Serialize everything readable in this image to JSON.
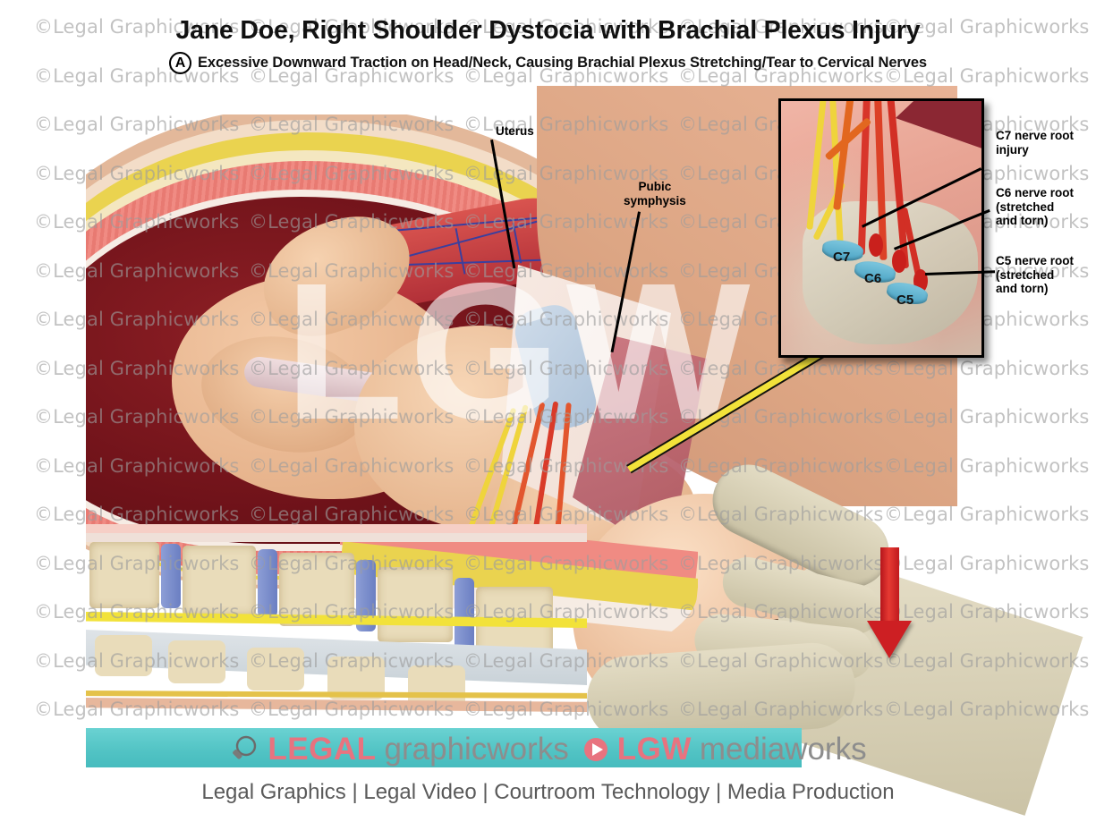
{
  "header": {
    "title": "Jane Doe, Right Shoulder Dystocia with Brachial Plexus Injury",
    "badge": "A",
    "subtitle": "Excessive Downward Traction on Head/Neck, Causing Brachial Plexus Stretching/Tear to Cervical Nerves"
  },
  "callouts": [
    {
      "id": "uterus",
      "text": "Uterus"
    },
    {
      "id": "pubic-symphysis",
      "line1": "Pubic",
      "line2": "symphysis"
    }
  ],
  "inset": {
    "labels": [
      {
        "id": "c7",
        "line1": "C7 nerve root",
        "line2": "injury",
        "line3": ""
      },
      {
        "id": "c6",
        "line1": "C6 nerve root",
        "line2": "(stretched",
        "line3": "and torn)"
      },
      {
        "id": "c5",
        "line1": "C5 nerve root",
        "line2": "(stretched",
        "line3": "and torn)"
      }
    ],
    "vertebrae": [
      "C7",
      "C6",
      "C5"
    ]
  },
  "watermark": {
    "tile_text": "©Legal Graphicworks",
    "center_text": "LGW",
    "color": "#9d9d9d"
  },
  "footer": {
    "brand_primary": "LEGAL",
    "brand_primary_suffix": "graphicworks",
    "brand_secondary": "LGW",
    "brand_secondary_suffix": "mediaworks",
    "tagline": "Legal Graphics | Legal Video | Courtroom Technology | Media Production",
    "accent_color": "#e8737f",
    "band_color": "#51c3c4",
    "magnifier_icon": "magnifier-icon",
    "play_icon": "play-icon"
  },
  "annotations": {
    "arrow_color": "#cd1f23",
    "arrow_direction": "down"
  }
}
